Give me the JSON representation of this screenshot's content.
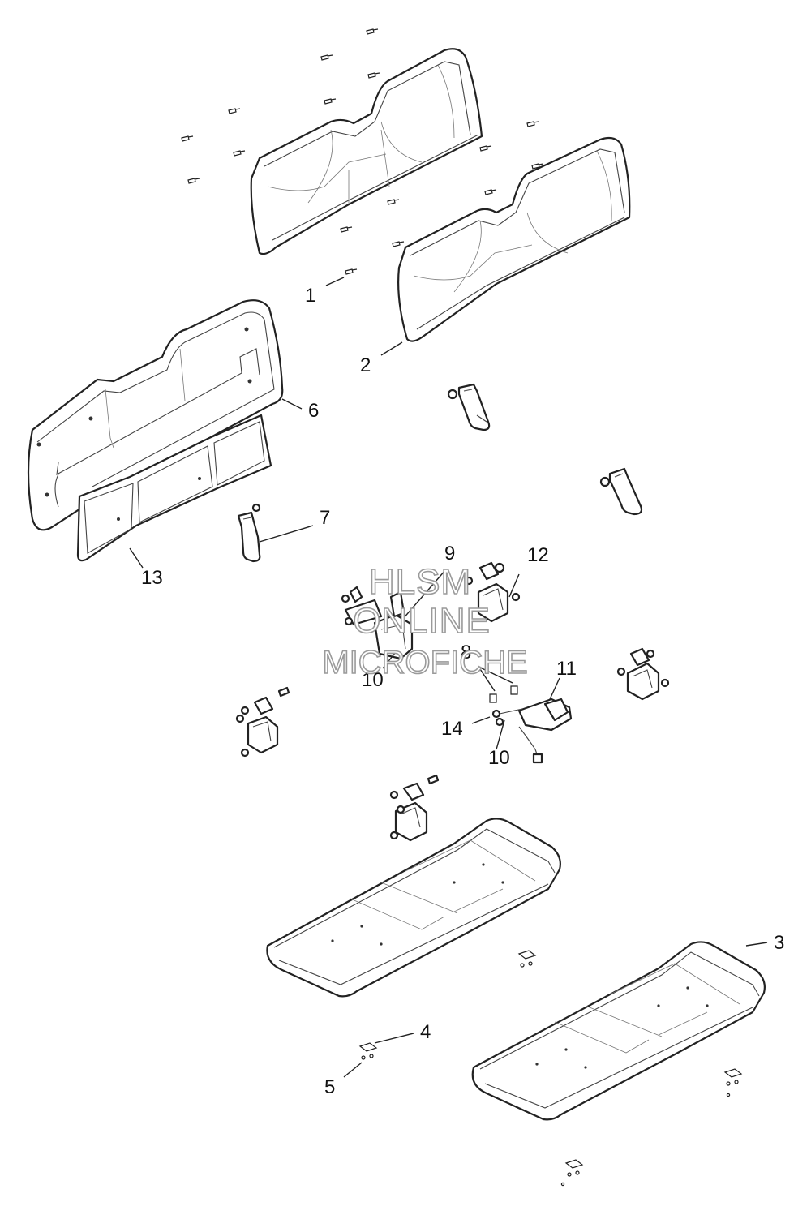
{
  "watermark": {
    "line1": "HLSM",
    "line2": "ONLINE",
    "line3": "MICROFICHE"
  },
  "callouts": {
    "c1": "1",
    "c2": "2",
    "c3": "3",
    "c4": "4",
    "c5": "5",
    "c6": "6",
    "c7": "7",
    "c8": "8",
    "c9": "9",
    "c10a": "10",
    "c10b": "10",
    "c11": "11",
    "c12": "12",
    "c13": "13",
    "c14": "14"
  }
}
